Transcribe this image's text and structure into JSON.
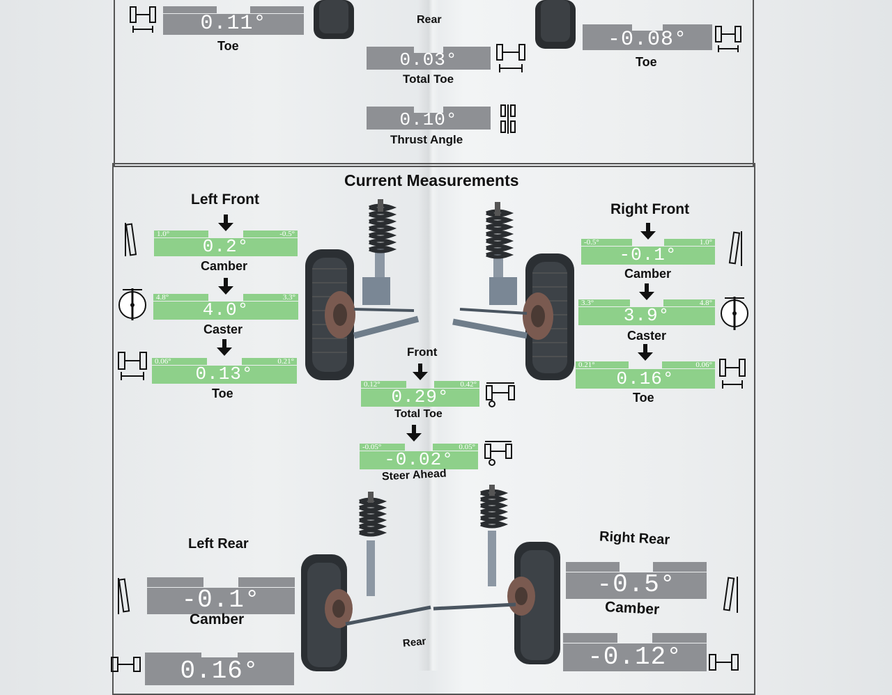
{
  "top_section": {
    "rear_label": "Rear",
    "left_toe": {
      "value": "0.11°",
      "label": "Toe"
    },
    "right_toe": {
      "value": "-0.08°",
      "label": "Toe"
    },
    "total_toe": {
      "value": "0.03°",
      "label": "Total Toe"
    },
    "thrust_angle": {
      "value": "0.10°",
      "label": "Thrust Angle"
    }
  },
  "main": {
    "title": "Current Measurements",
    "left_front": {
      "heading": "Left Front",
      "camber": {
        "value": "0.2°",
        "min": "1.0°",
        "max": "-0.5°",
        "label": "Camber"
      },
      "caster": {
        "value": "4.0°",
        "min": "4.8°",
        "max": "3.3°",
        "label": "Caster"
      },
      "toe": {
        "value": "0.13°",
        "min": "0.06°",
        "max": "0.21°",
        "label": "Toe"
      }
    },
    "right_front": {
      "heading": "Right Front",
      "camber": {
        "value": "-0.1°",
        "min": "-0.5°",
        "max": "1.0°",
        "label": "Camber"
      },
      "caster": {
        "value": "3.9°",
        "min": "3.3°",
        "max": "4.8°",
        "label": "Caster"
      },
      "toe": {
        "value": "0.16°",
        "min": "0.21°",
        "max": "0.06°",
        "label": "Toe"
      }
    },
    "front_label": "Front",
    "total_toe": {
      "value": "0.29°",
      "min": "0.12°",
      "max": "0.42°",
      "label": "Total Toe"
    },
    "steer_ahead": {
      "value": "-0.02°",
      "min": "-0.05°",
      "max": "0.05°",
      "label": "Steer Ahead"
    },
    "left_rear": {
      "heading": "Left Rear",
      "camber": {
        "value": "-0.1°",
        "label": "Camber"
      },
      "toe": {
        "value": "0.16°"
      }
    },
    "right_rear": {
      "heading": "Right Rear",
      "camber": {
        "value": "-0.5°",
        "label": "Camber"
      },
      "toe": {
        "value": "-0.12°"
      }
    },
    "rear_label": "Rear"
  },
  "colors": {
    "in_spec": "#8ed08a",
    "no_spec": "#8e9094"
  }
}
